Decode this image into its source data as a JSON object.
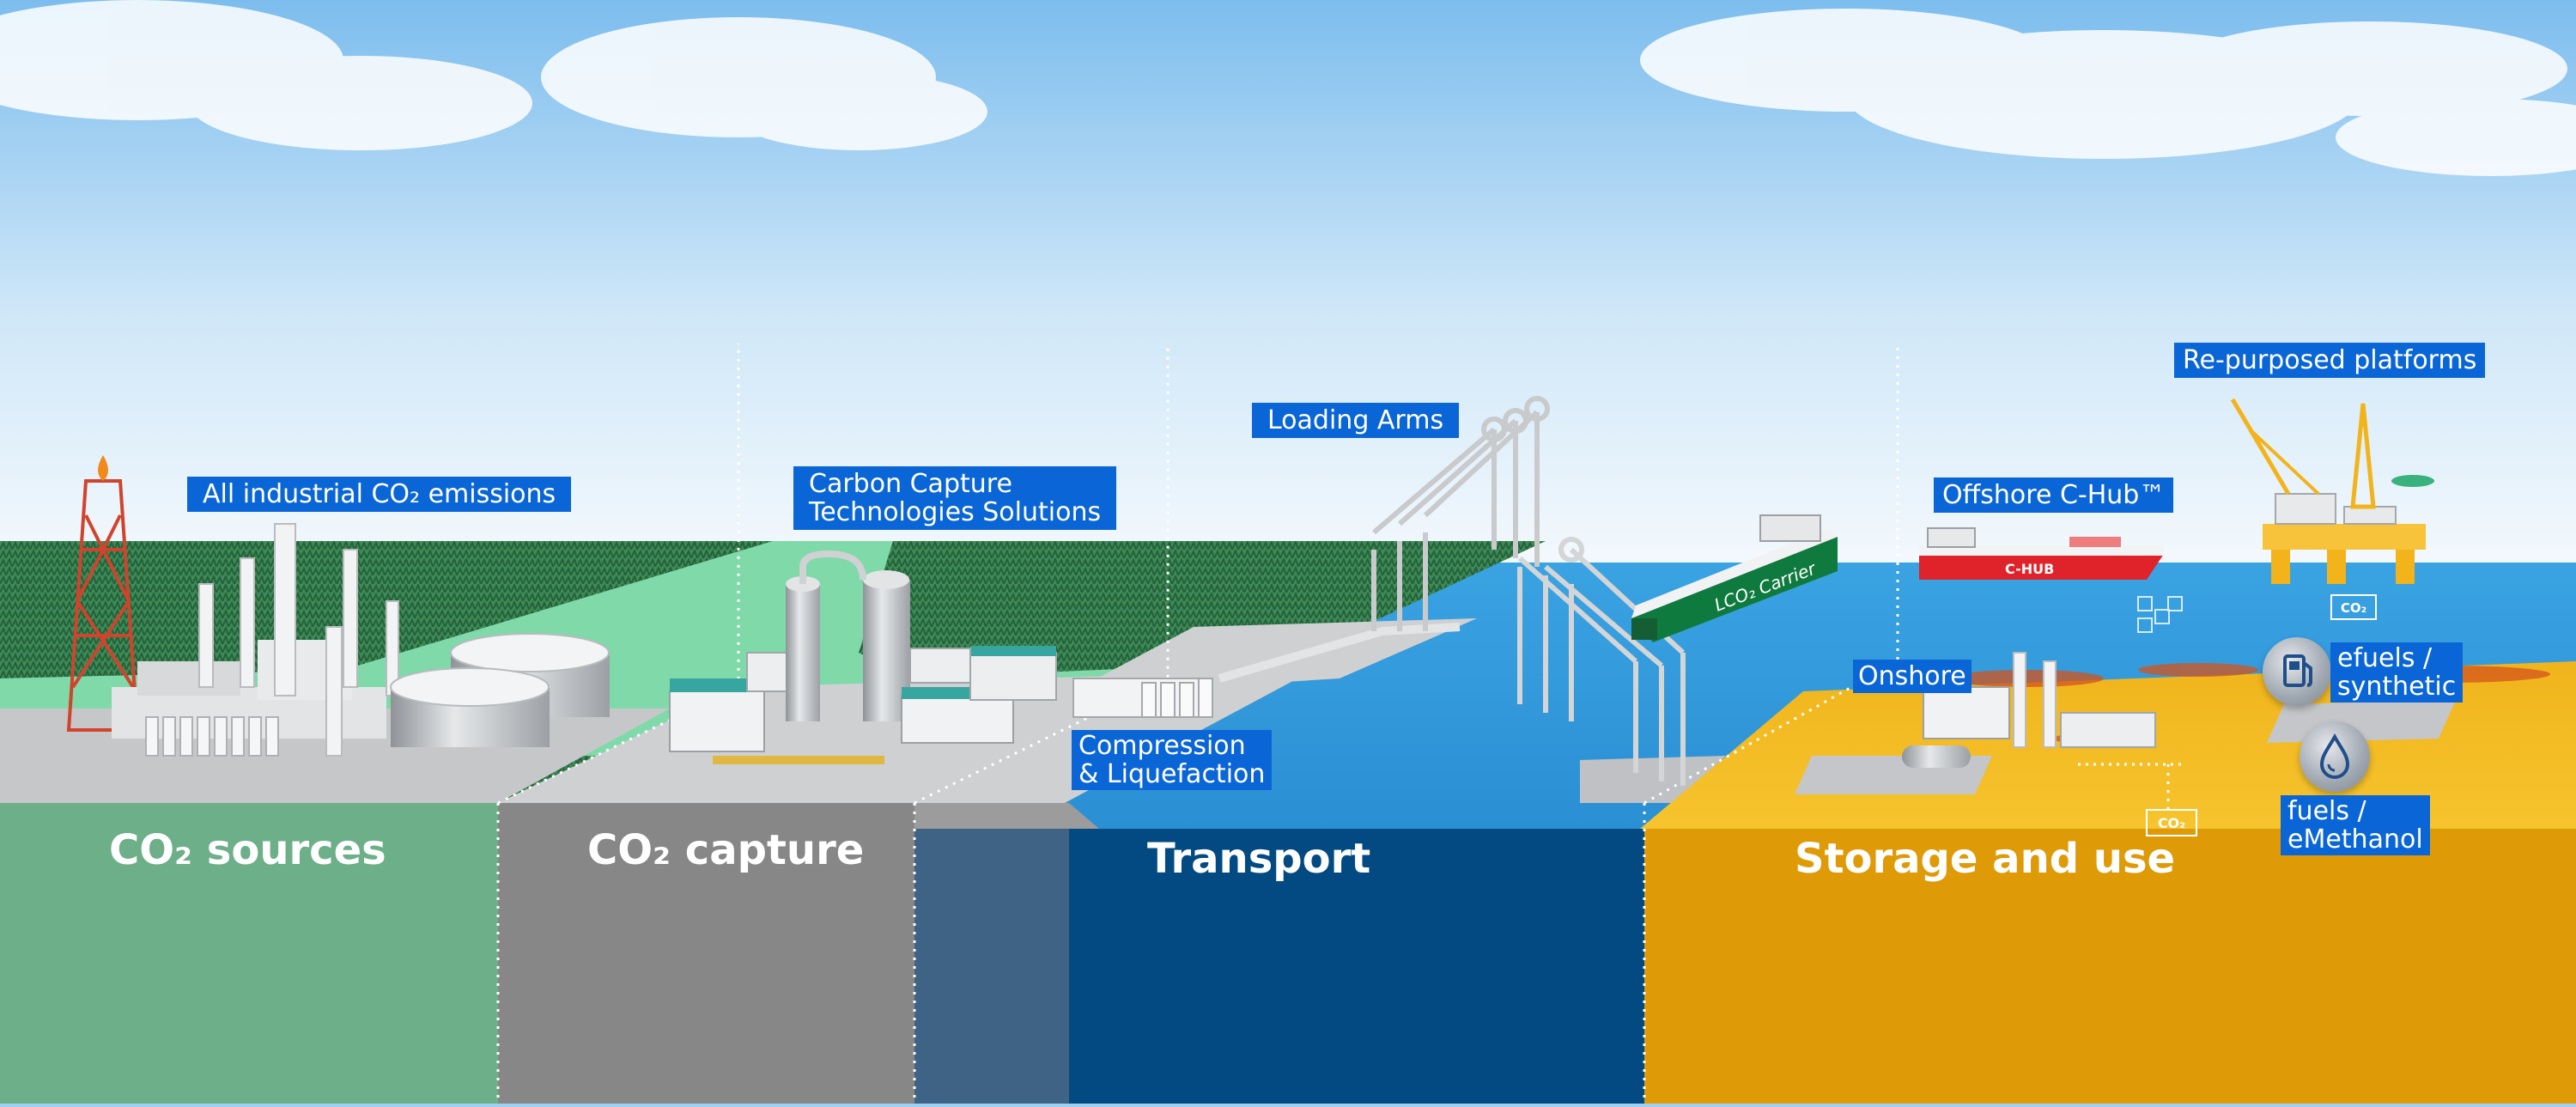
{
  "labels": {
    "industrial_emissions": "All industrial CO₂ emissions",
    "carbon_capture_line1": "Carbon Capture",
    "carbon_capture_line2": "Technologies Solutions",
    "loading_arms": "Loading Arms",
    "compression_line1": "Compression",
    "compression_line2": "& Liquefaction",
    "offshore_hub": "Offshore C-Hub™",
    "repurposed_platforms": "Re-purposed platforms",
    "onshore": "Onshore",
    "efuels_line1": "efuels /",
    "efuels_line2": "synthetic",
    "fuels_line1": "fuels /",
    "fuels_line2": "eMethanol"
  },
  "sections": {
    "sources": "CO₂ sources",
    "capture": "CO₂ capture",
    "transport": "Transport",
    "storage": "Storage and use"
  },
  "vessels": {
    "carrier_name": "LCO₂ Carrier",
    "hub_name": "C-HUB"
  },
  "markers": {
    "co2_tag": "CO₂"
  },
  "colors": {
    "label_bg": "#0a66d6",
    "sources": "#6daf88",
    "capture": "#878787",
    "transport_dark": "#034a82",
    "transport_shade": "#3f6384",
    "storage": "#de9a07",
    "sea": "#2f97d9",
    "fields": "#2f7a4a"
  }
}
